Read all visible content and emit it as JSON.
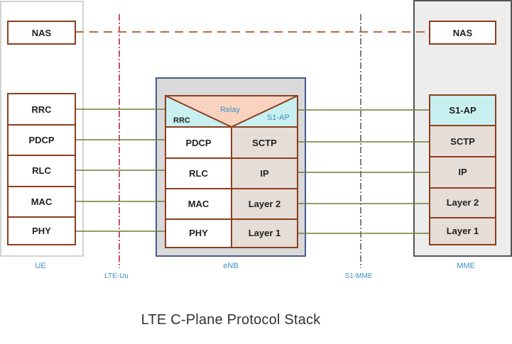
{
  "title": "LTE C-Plane Protocol Stack",
  "colors": {
    "box_border": "#8b3e1e",
    "nas_link": "#b86a40",
    "layer_link": "#6b7d3a",
    "interface_line": "#c0152a",
    "interface_line_mme": "#555555",
    "enb_panel_fill": "#d9d9d9",
    "enb_panel_border": "#4a5a8a",
    "mme_panel_fill": "#ededed",
    "ue_panel_border": "#cfd5cf",
    "relay_fill": "#f9d3bf",
    "rrc_fill": "#c9f0f0",
    "s1ap_fill": "#c9f0f0",
    "tan_fill": "#e6ddd6",
    "white_fill": "#ffffff",
    "label_blue": "#3f8fc4"
  },
  "nodes": {
    "ue": "UE",
    "enb": "eNB",
    "mme": "MME"
  },
  "interfaces": {
    "lte_uu": "LTE-Uu",
    "s1_mme": "S1-MME"
  },
  "ue_stack": {
    "nas": "NAS",
    "rrc": "RRC",
    "pdcp": "PDCP",
    "rlc": "RLC",
    "mac": "MAC",
    "phy": "PHY"
  },
  "enb_stack": {
    "relay": "Relay",
    "rrc": "RRC",
    "s1ap": "S1-AP",
    "pdcp": "PDCP",
    "rlc": "RLC",
    "mac": "MAC",
    "phy": "PHY",
    "sctp": "SCTP",
    "ip": "IP",
    "layer2": "Layer 2",
    "layer1": "Layer 1"
  },
  "mme_stack": {
    "nas": "NAS",
    "s1ap": "S1-AP",
    "sctp": "SCTP",
    "ip": "IP",
    "layer2": "Layer 2",
    "layer1": "Layer 1"
  }
}
